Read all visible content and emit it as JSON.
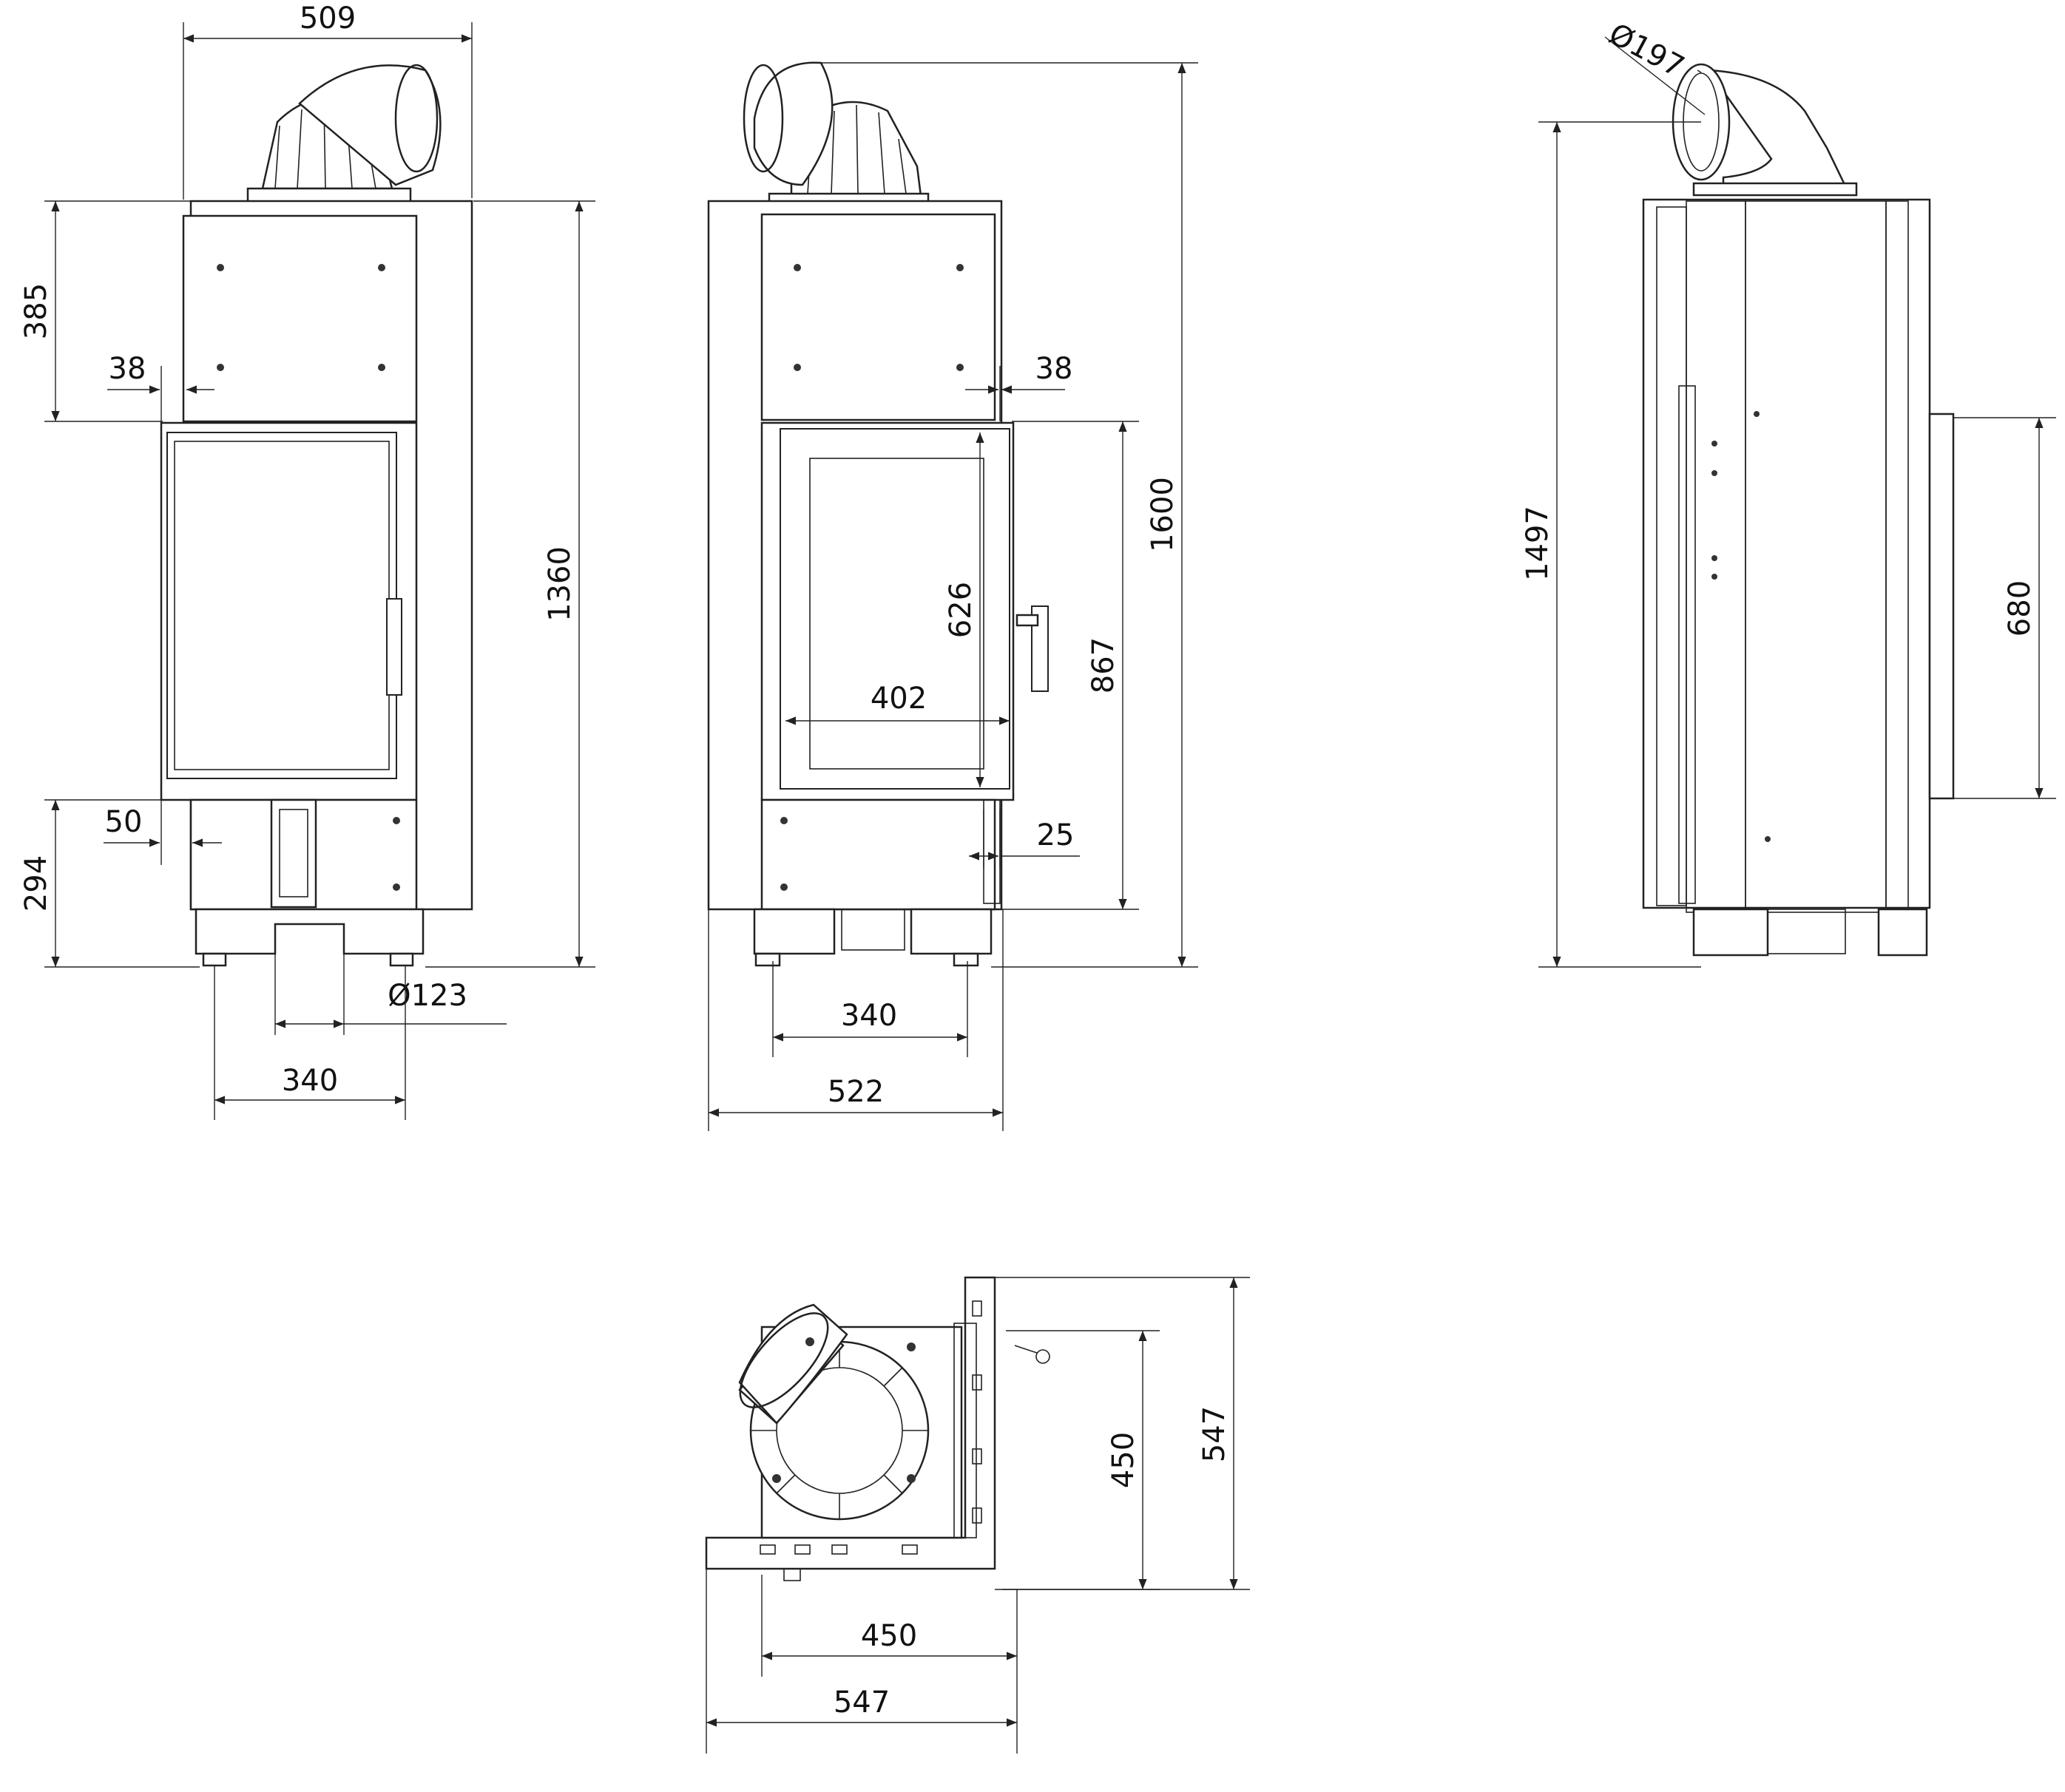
{
  "drawing": {
    "accent": "#222222",
    "background": "#ffffff"
  },
  "dimensions": {
    "front": {
      "overall_width": "509",
      "top_section_height": "385",
      "top_offset": "38",
      "overall_height": "1360",
      "bottom_offset": "50",
      "bottom_section_height": "294",
      "flue_diameter": "Ø123",
      "leg_spacing": "340"
    },
    "side": {
      "offset": "38",
      "total_height": "1600",
      "door_height": "626",
      "door_width": "402",
      "opening_height": "867",
      "lip": "25",
      "leg_spacing": "340",
      "overall_width": "522"
    },
    "right": {
      "outlet_diameter": "Ø197",
      "height": "1497",
      "panel_height": "680"
    },
    "top": {
      "inner_depth": "450",
      "overall_depth": "547",
      "inner_width": "450",
      "overall_width": "547"
    }
  }
}
